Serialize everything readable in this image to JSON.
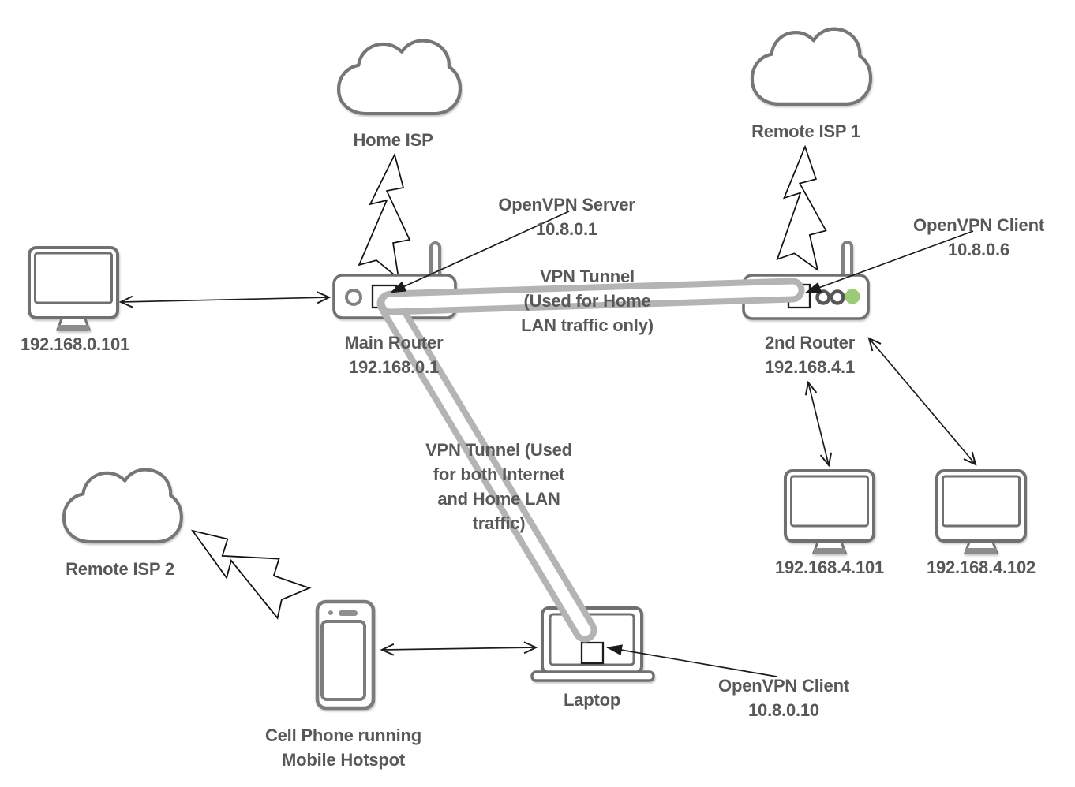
{
  "nodes": {
    "home_isp": {
      "label": "Home ISP"
    },
    "remote_isp_1": {
      "label": "Remote ISP 1"
    },
    "remote_isp_2": {
      "label": "Remote ISP 2"
    },
    "home_computer": {
      "label": "192.168.0.101"
    },
    "main_router": {
      "name": "Main Router",
      "ip": "192.168.0.1"
    },
    "second_router": {
      "name": "2nd Router",
      "ip": "192.168.4.1"
    },
    "openvpn_server": {
      "name": "OpenVPN Server",
      "ip": "10.8.0.1"
    },
    "openvpn_client_router": {
      "name": "OpenVPN Client",
      "ip": "10.8.0.6"
    },
    "openvpn_client_laptop": {
      "name": "OpenVPN Client",
      "ip": "10.8.0.10"
    },
    "remote_computer_1": {
      "label": "192.168.4.101"
    },
    "remote_computer_2": {
      "label": "192.168.4.102"
    },
    "laptop": {
      "label": "Laptop"
    },
    "cell_phone": {
      "line1": "Cell Phone running",
      "line2": "Mobile Hotspot"
    }
  },
  "tunnels": {
    "home_lan_only": {
      "line1": "VPN Tunnel",
      "line2": "(Used for Home",
      "line3": "LAN traffic only)"
    },
    "internet_and_lan": {
      "line1": "VPN Tunnel (Used",
      "line2": "for both Internet",
      "line3": "and Home LAN",
      "line4": "traffic)"
    }
  },
  "colors": {
    "outline_gray": "#6f7071",
    "text_gray": "#57585a",
    "tunnel_gray": "#b4b4b4",
    "arrow_black": "#1c1c1c",
    "status_led_green": "#9bcb77",
    "background": "#ffffff"
  }
}
